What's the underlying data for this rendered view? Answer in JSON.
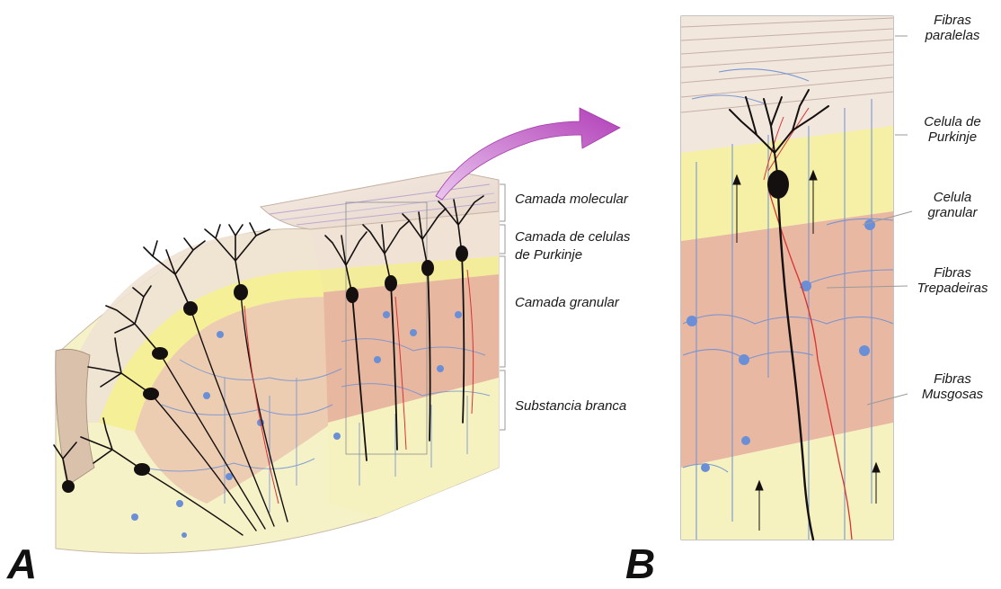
{
  "panel_a": {
    "letter": "A",
    "layers": [
      {
        "key": "molecular",
        "label": "Camada molecular"
      },
      {
        "key": "purkinje_line1",
        "label": "Camada de celulas"
      },
      {
        "key": "purkinje_line2",
        "label": "de Purkinje"
      },
      {
        "key": "granular",
        "label": "Camada granular"
      },
      {
        "key": "white",
        "label": "Substancia branca"
      }
    ]
  },
  "panel_b": {
    "letter": "B",
    "labels": {
      "parallel": [
        "Fibras",
        "paralelas"
      ],
      "purkinje": [
        "Celula de",
        "Purkinje"
      ],
      "granule": [
        "Celula",
        "granular"
      ],
      "climbing": [
        "Fibras",
        "Trepadeiras"
      ],
      "mossy": [
        "Fibras",
        "Musgosas"
      ]
    }
  },
  "colors": {
    "molecular": "#f3e6d7",
    "purkinje_band": "#f6f1a0",
    "granular": "#e9b9a2",
    "white_matter": "#f5f2b8",
    "neuron": "#151010",
    "fiber_blue": "#6b8fd6",
    "climbing_fiber": "#d83232",
    "arrow": "#b23fb8"
  }
}
